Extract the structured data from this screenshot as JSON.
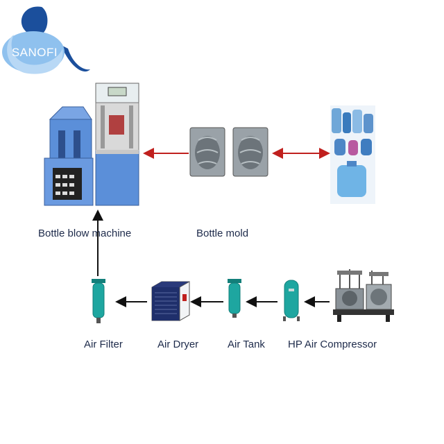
{
  "logo": {
    "text": "SANOFI"
  },
  "labels": {
    "bottle_blow_machine": "Bottle blow machine",
    "bottle_mold": "Bottle mold",
    "air_filter": "Air Filter",
    "air_dryer": "Air Dryer",
    "air_tank": "Air Tank",
    "hp_air_compressor": "HP Air Compressor"
  },
  "colors": {
    "logo_blue": "#1b4f9c",
    "logo_light": "#7fb6e8",
    "machine_blue": "#5b8fd9",
    "equipment_teal": "#1ea6a0",
    "red_arrow": "#c0201e",
    "black_arrow": "#111111",
    "label_text": "#1d2a4a"
  }
}
